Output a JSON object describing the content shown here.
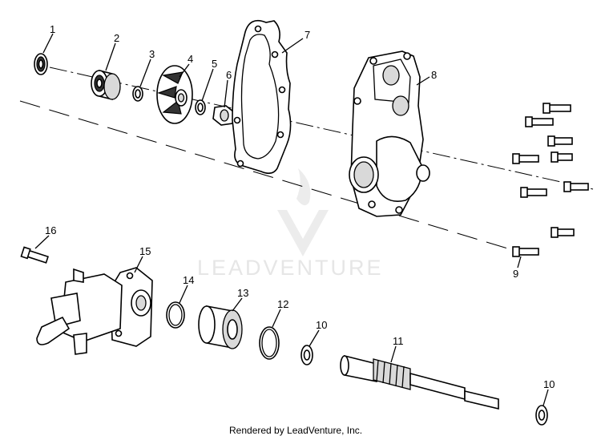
{
  "diagram": {
    "callouts": [
      "1",
      "2",
      "3",
      "4",
      "5",
      "6",
      "7",
      "8",
      "9",
      "10",
      "11",
      "12",
      "13",
      "14",
      "15",
      "16",
      "10"
    ],
    "watermark": "LEADVENTURE",
    "footer": "Rendered by LeadVenture, Inc."
  }
}
